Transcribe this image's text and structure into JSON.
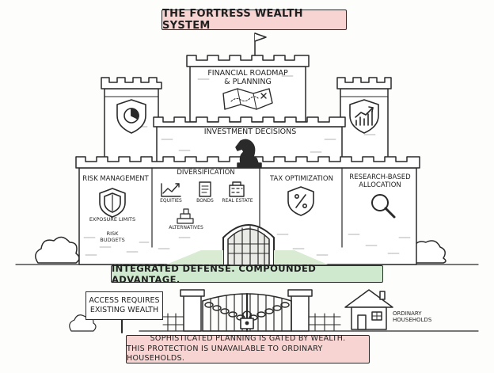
{
  "title": "THE FORTRESS WEALTH SYSTEM",
  "keep": {
    "label_line1": "FINANCIAL ROADMAP",
    "label_line2": "& PLANNING"
  },
  "middle": {
    "label": "INVESTMENT DECISIONS"
  },
  "sections": {
    "risk": {
      "title": "RISK MANAGEMENT",
      "items": [
        "EXPOSURE LIMITS",
        "RISK BUDGETS"
      ]
    },
    "diversification": {
      "title": "DIVERSIFICATION",
      "items": [
        "EQUITIES",
        "BONDS",
        "REAL ESTATE",
        "ALTERNATIVES"
      ]
    },
    "tax": {
      "title": "TAX OPTIMIZATION"
    },
    "research": {
      "title_line1": "RESEARCH-BASED",
      "title_line2": "ALLOCATION"
    }
  },
  "banner": "INTEGRATED DEFENSE. COMPOUNDED ADVANTAGE.",
  "sign": {
    "line1": "ACCESS REQUIRES",
    "line2": "EXISTING WEALTH"
  },
  "house_label": {
    "line1": "ORDINARY",
    "line2": "HOUSEHOLDS"
  },
  "footer": {
    "line1": "SOPHISTICATED PLANNING IS GATED BY WEALTH.",
    "line2": "THIS PROTECTION IS UNAVAILABLE TO ORDINARY HOUSEHOLDS."
  },
  "icons": [
    "pie-shield-icon",
    "chart-shield-icon",
    "map-icon",
    "knight-chess-icon",
    "shield-icon",
    "line-chart-icon",
    "document-icon",
    "building-icon",
    "alternatives-icon",
    "percent-icon",
    "magnifier-icon",
    "padlock-icon",
    "chain-icon",
    "flag-icon"
  ],
  "colors": {
    "ink": "#2a2a2a",
    "title_banner": "#f7d4d2",
    "green_banner": "#cfe9cf",
    "footer_banner": "#f7d4d2",
    "lawn": "#d9ecd3"
  }
}
